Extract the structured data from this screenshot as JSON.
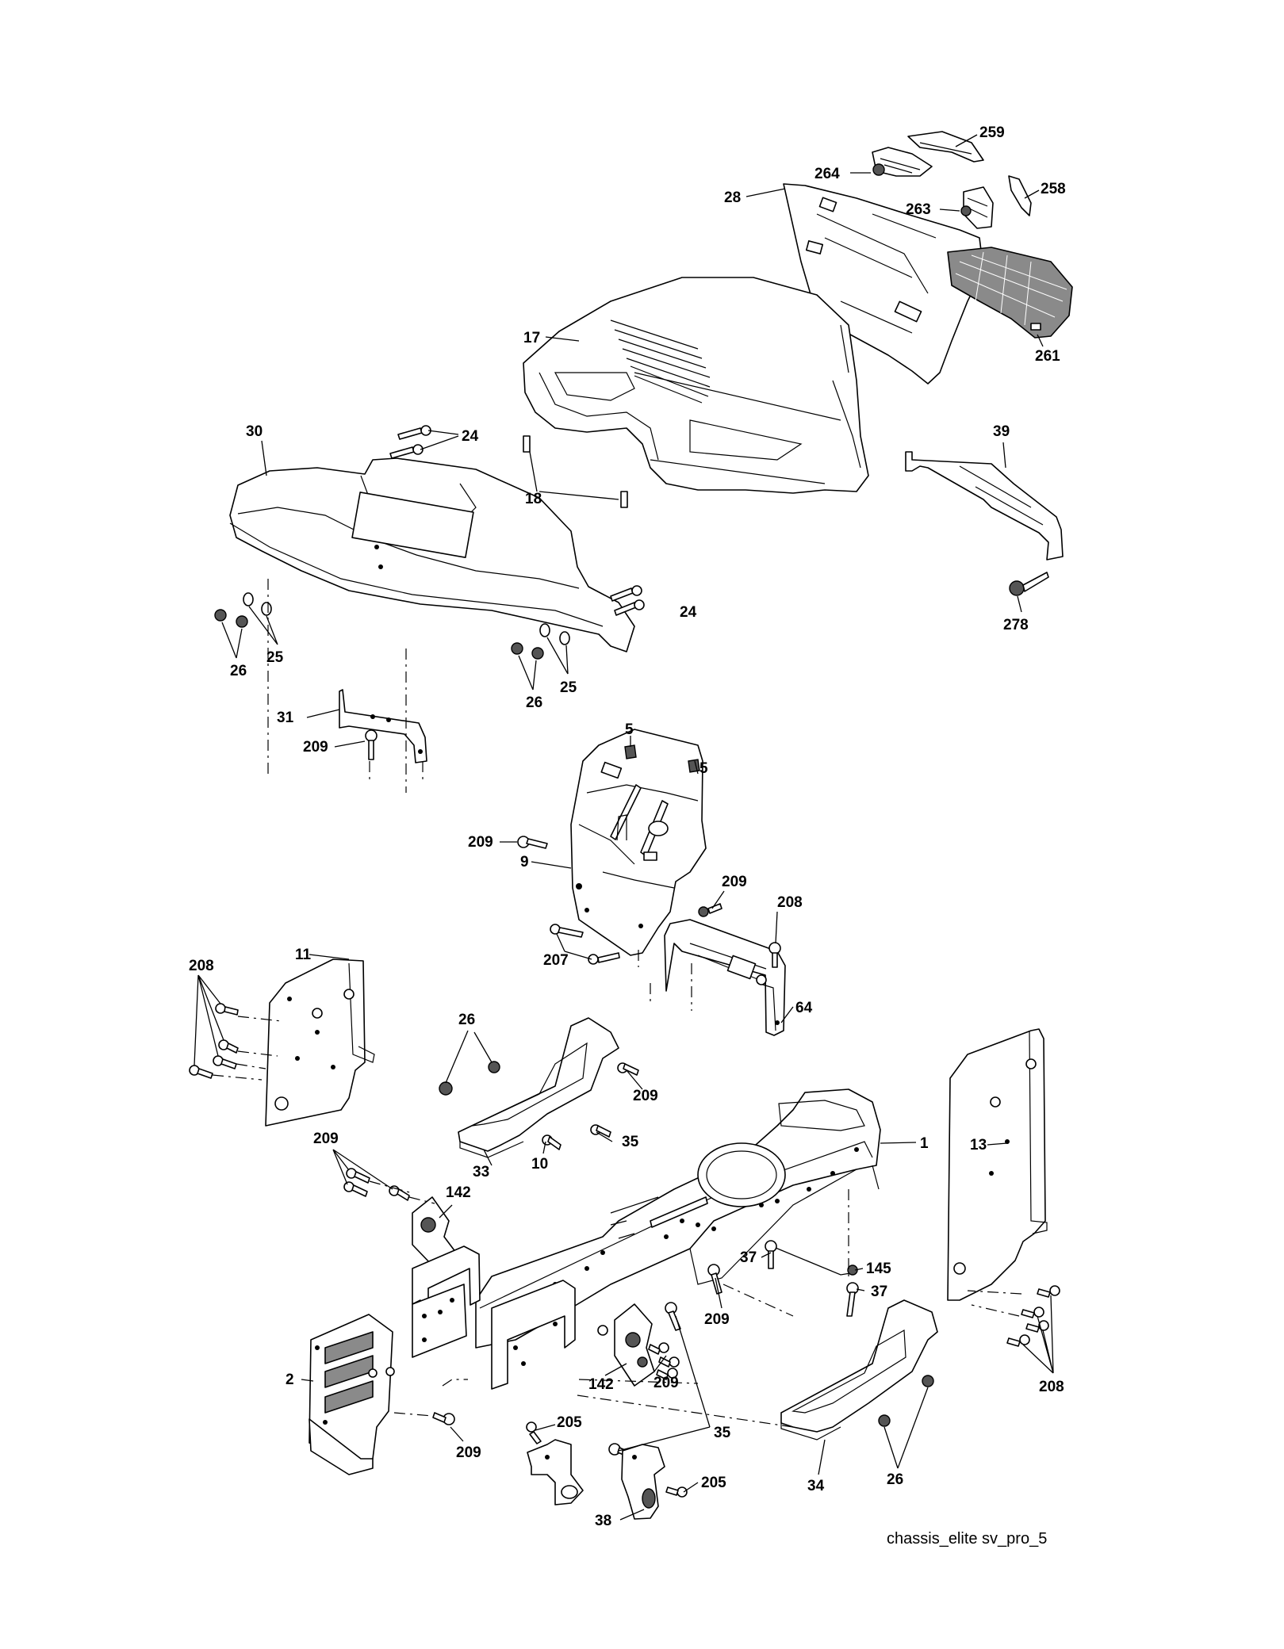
{
  "caption": "chassis_elite sv_pro_5",
  "labels": {
    "l259": "259",
    "l264": "264",
    "l258": "258",
    "l28": "28",
    "l263": "263",
    "l261": "261",
    "l17": "17",
    "l24a": "24",
    "l24b": "24",
    "l30": "30",
    "l18": "18",
    "l39": "39",
    "l278": "278",
    "l26a": "26",
    "l25a": "25",
    "l26b": "26",
    "l25b": "25",
    "l31": "31",
    "l209a": "209",
    "l5a": "5",
    "l5b": "5",
    "l209b": "209",
    "l9": "9",
    "l209c": "209",
    "l208a": "208",
    "l207": "207",
    "l64": "64",
    "l11": "11",
    "l208b": "208",
    "l26c": "26",
    "l209d": "209",
    "l35a": "35",
    "l33": "33",
    "l10": "10",
    "l1": "1",
    "l13": "13",
    "l209e": "209",
    "l142a": "142",
    "l37a": "37",
    "l145": "145",
    "l37b": "37",
    "l209f": "209",
    "l2": "2",
    "l142b": "142",
    "l209g": "209",
    "l35b": "35",
    "l208c": "208",
    "l209h": "209",
    "l205a": "205",
    "l205b": "205",
    "l38": "38",
    "l34": "34",
    "l26d": "26"
  }
}
